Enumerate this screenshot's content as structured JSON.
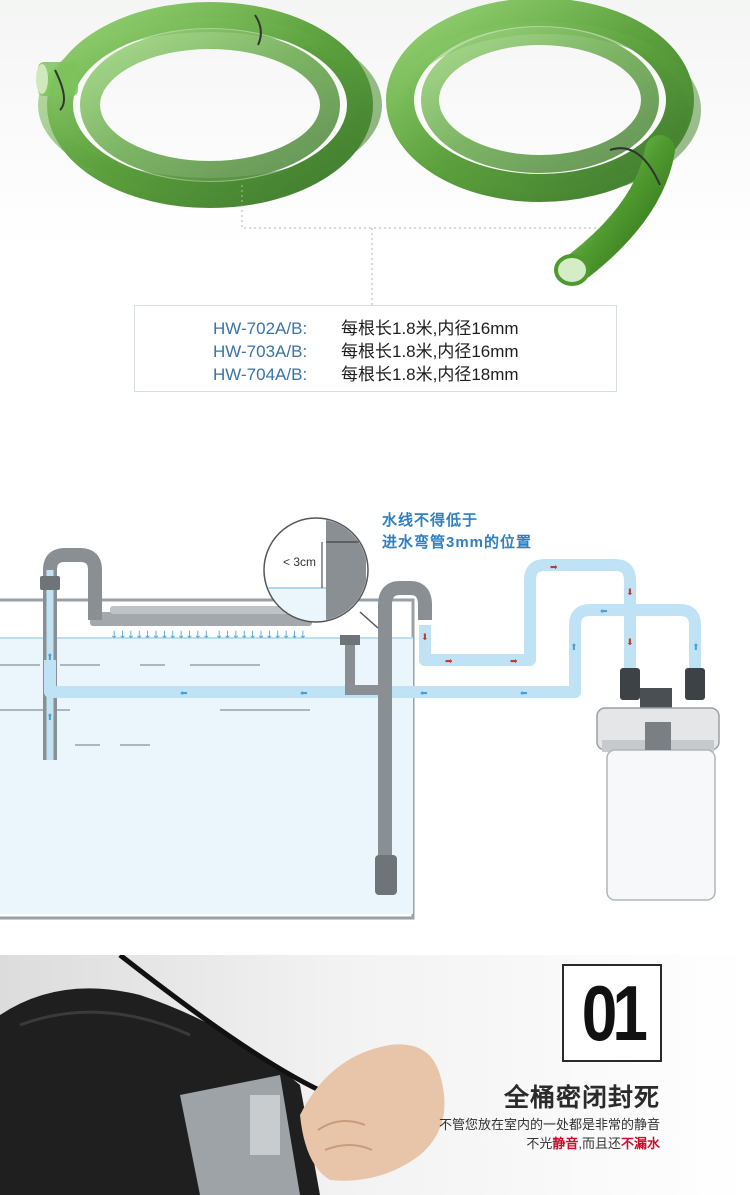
{
  "specs": [
    {
      "model": "HW-702A/B:",
      "desc": "每根长1.8米,内径16mm"
    },
    {
      "model": "HW-703A/B:",
      "desc": "每根长1.8米,内径16mm"
    },
    {
      "model": "HW-704A/B:",
      "desc": "每根长1.8米,内径18mm"
    }
  ],
  "diagram": {
    "note_line1": "水线不得低于",
    "note_line2": "进水弯管3mm的位置",
    "distance_label": "< 3cm"
  },
  "feature": {
    "number": "01",
    "title": "全桶密闭封死",
    "line1": "不管您放在室内的一处都是非常的静音",
    "line2_a": "不光",
    "line2_b": "静音",
    "line2_c": ",而且还",
    "line2_d": "不漏水"
  },
  "colors": {
    "hose_green": "#5aa33a",
    "water_blue": "#bfe3f5",
    "pipe_grey": "#8a8f93",
    "note_blue": "#2f7fc1",
    "highlight_red": "#c8102e"
  }
}
